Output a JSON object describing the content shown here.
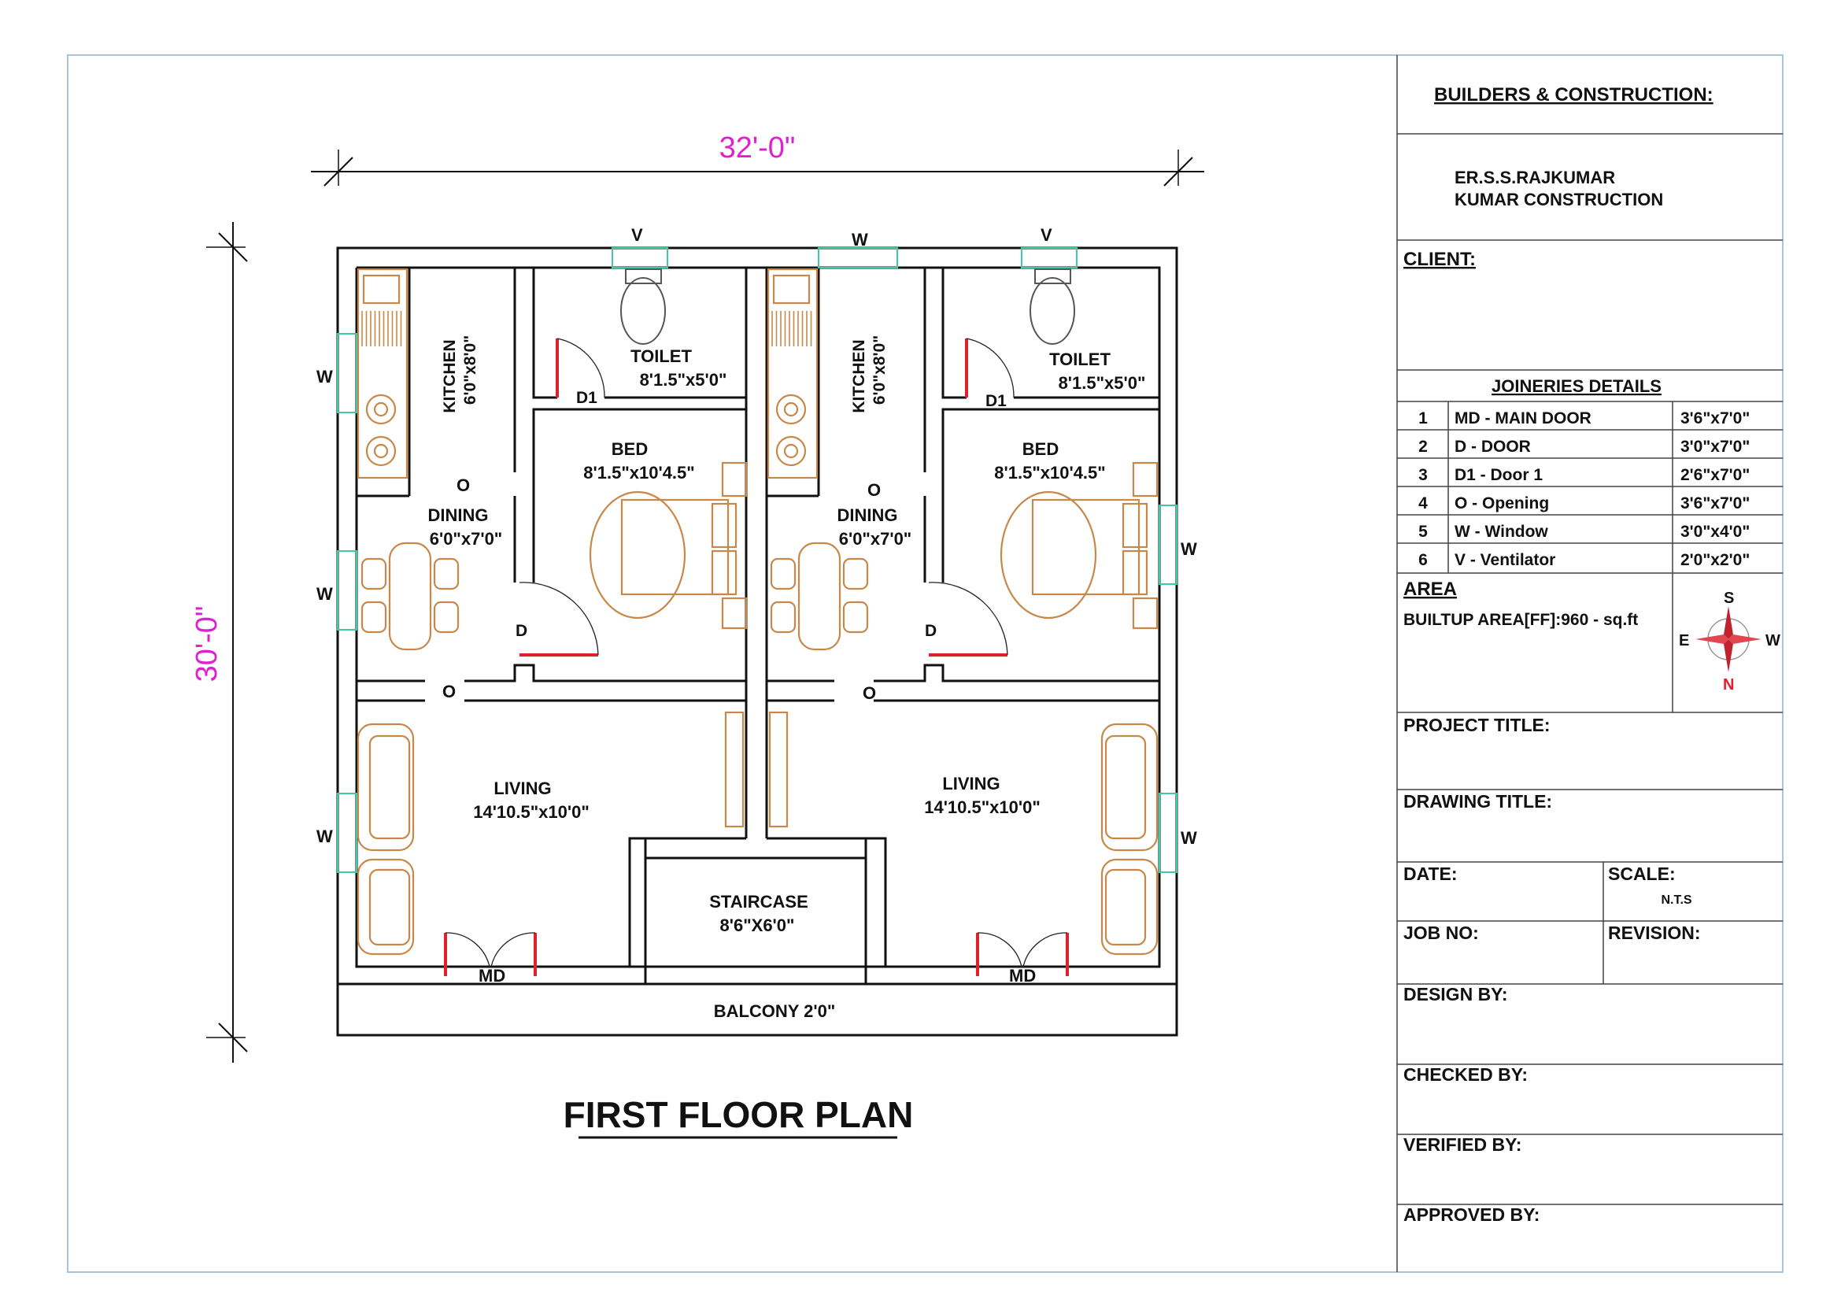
{
  "plan": {
    "title": "FIRST FLOOR PLAN",
    "dim_width": "32'-0\"",
    "dim_height": "30'-0\"",
    "rooms": {
      "kitchen_left": {
        "name": "KITCHEN",
        "size": "6'0\"x8'0\""
      },
      "kitchen_right": {
        "name": "KITCHEN",
        "size": "6'0\"x8'0\""
      },
      "toilet_left": {
        "name": "TOILET",
        "size": "8'1.5\"x5'0\""
      },
      "toilet_right": {
        "name": "TOILET",
        "size": "8'1.5\"x5'0\""
      },
      "bed_left": {
        "name": "BED",
        "size": "8'1.5\"x10'4.5\""
      },
      "bed_right": {
        "name": "BED",
        "size": "8'1.5\"x10'4.5\""
      },
      "dining_left": {
        "name": "DINING",
        "size": "6'0\"x7'0\""
      },
      "dining_right": {
        "name": "DINING",
        "size": "6'0\"x7'0\""
      },
      "living_left": {
        "name": "LIVING",
        "size": "14'10.5\"x10'0\""
      },
      "living_right": {
        "name": "LIVING",
        "size": "14'10.5\"x10'0\""
      },
      "staircase": {
        "name": "STAIRCASE",
        "size": "8'6\"X6'0\""
      },
      "balcony": "BALCONY 2'0\""
    },
    "tags": {
      "window": "W",
      "ventilator": "V",
      "door": "D",
      "door1": "D1",
      "opening": "O",
      "main_door": "MD"
    }
  },
  "title_block": {
    "builders_heading": "BUILDERS & CONSTRUCTION:",
    "builder_name": "ER.S.S.RAJKUMAR",
    "builder_company": "KUMAR CONSTRUCTION",
    "client_label": "CLIENT:",
    "joineries_heading": "JOINERIES DETAILS",
    "joineries": [
      {
        "no": "1",
        "item": "MD - MAIN DOOR",
        "size": "3'6\"x7'0\""
      },
      {
        "no": "2",
        "item": "D - DOOR",
        "size": "3'0\"x7'0\""
      },
      {
        "no": "3",
        "item": "D1 - Door 1",
        "size": "2'6\"x7'0\""
      },
      {
        "no": "4",
        "item": "O - Opening",
        "size": "3'6\"x7'0\""
      },
      {
        "no": "5",
        "item": "W - Window",
        "size": "3'0\"x4'0\""
      },
      {
        "no": "6",
        "item": "V - Ventilator",
        "size": "2'0\"x2'0\""
      }
    ],
    "area_label": "AREA",
    "builtup_area": "BUILTUP AREA[FF]:960 - sq.ft",
    "compass": {
      "s": "S",
      "e": "E",
      "w": "W",
      "n": "N"
    },
    "project_title_label": "PROJECT TITLE:",
    "drawing_title_label": "DRAWING TITLE:",
    "date_label": "DATE:",
    "scale_label": "SCALE:",
    "scale_value": "N.T.S",
    "job_no_label": "JOB NO:",
    "revision_label": "REVISION:",
    "design_by_label": "DESIGN BY:",
    "checked_by_label": "CHECKED BY:",
    "verified_by_label": "VERIFIED BY:",
    "approved_by_label": "APPROVED BY:"
  },
  "colors": {
    "dimension": "#e020d0",
    "furniture": "#c8884a",
    "window": "#3ec9a7",
    "door_leaf": "#e0202a"
  }
}
